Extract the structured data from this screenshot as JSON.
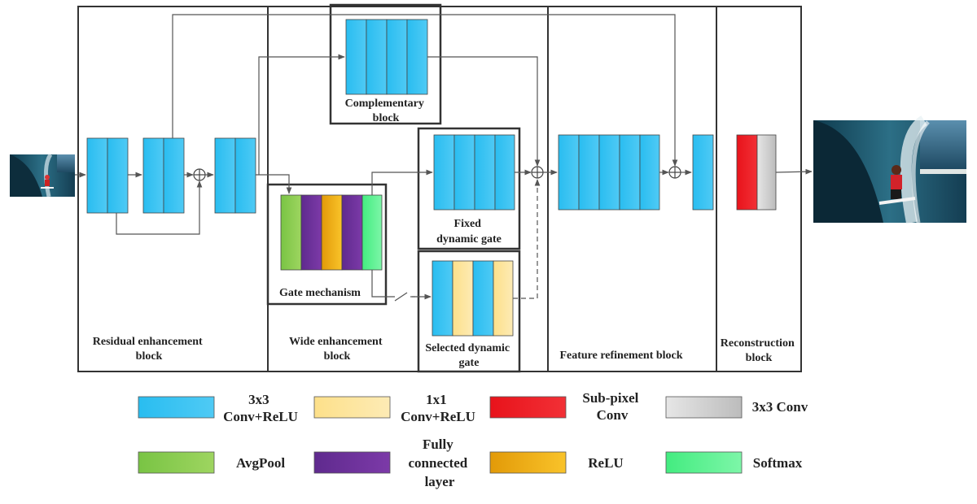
{
  "blocks": {
    "residual": [
      "Residual enhancement",
      "block"
    ],
    "wide": [
      "Wide enhancement",
      "block"
    ],
    "complementary": [
      "Complementary",
      "block"
    ],
    "gate_mechanism": "Gate mechanism",
    "fixed_gate": [
      "Fixed",
      "dynamic gate"
    ],
    "selected_gate": [
      "Selected dynamic",
      "gate"
    ],
    "feature_refinement": "Feature refinement block",
    "reconstruction": [
      "Reconstruction",
      "block"
    ]
  },
  "legend": {
    "conv3_relu": [
      "3x3",
      "Conv+ReLU"
    ],
    "conv1_relu": [
      "1x1",
      "Conv+ReLU"
    ],
    "subpixel": [
      "Sub-pixel",
      "Conv"
    ],
    "conv3": "3x3 Conv",
    "avgpool": "AvgPool",
    "fc": [
      "Fully",
      "connected",
      "layer"
    ],
    "relu": "ReLU",
    "softmax": "Softmax"
  },
  "colors": {
    "conv3_relu": "#29bdf0",
    "conv1_relu": "#fde49a",
    "subpixel": "#e8131b",
    "conv3": "#cfcfcf",
    "avgpool": "#7fc948",
    "fc": "#6d2f9a",
    "relu": "#eaa70e",
    "softmax": "#4bf08a"
  }
}
